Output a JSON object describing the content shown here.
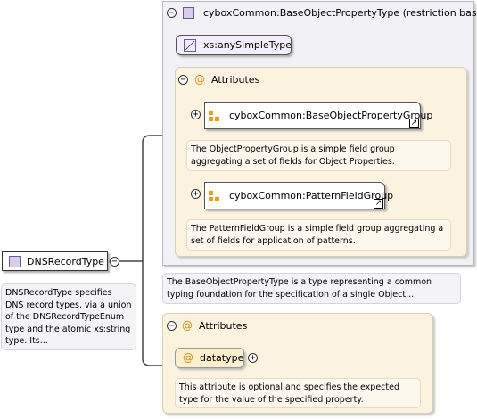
{
  "root": {
    "name": "DNSRecordType",
    "description": "DNSRecordType specifies\nDNS record types, via a union\nof the DNSRecordTypeEnum\ntype and the atomic xs:string\ntype. Its..."
  },
  "base_type": {
    "title": "cyboxCommon:BaseObjectPropertyType (restriction base)",
    "simple_type": "xs:anySimpleType",
    "description": "The BaseObjectPropertyType is a type representing a common\ntyping foundation for the specification of a single Object..."
  },
  "base_attributes": {
    "label": "Attributes",
    "groups": [
      {
        "name": "cyboxCommon:BaseObjectPropertyGroup",
        "description": "The ObjectPropertyGroup is a simple field group\naggregating a set of fields for Object Properties."
      },
      {
        "name": "cyboxCommon:PatternFieldGroup",
        "description": "The PatternFieldGroup is a simple field group aggregating a\nset of fields for application of patterns."
      }
    ]
  },
  "own_attributes": {
    "label": "Attributes",
    "attribute": {
      "name": "datatype",
      "description": "This attribute is optional and specifies the expected\ntype for the value of the specified property."
    }
  },
  "icons": {
    "at": "@",
    "expand": "+",
    "collapse": "−",
    "jump": "↗"
  }
}
